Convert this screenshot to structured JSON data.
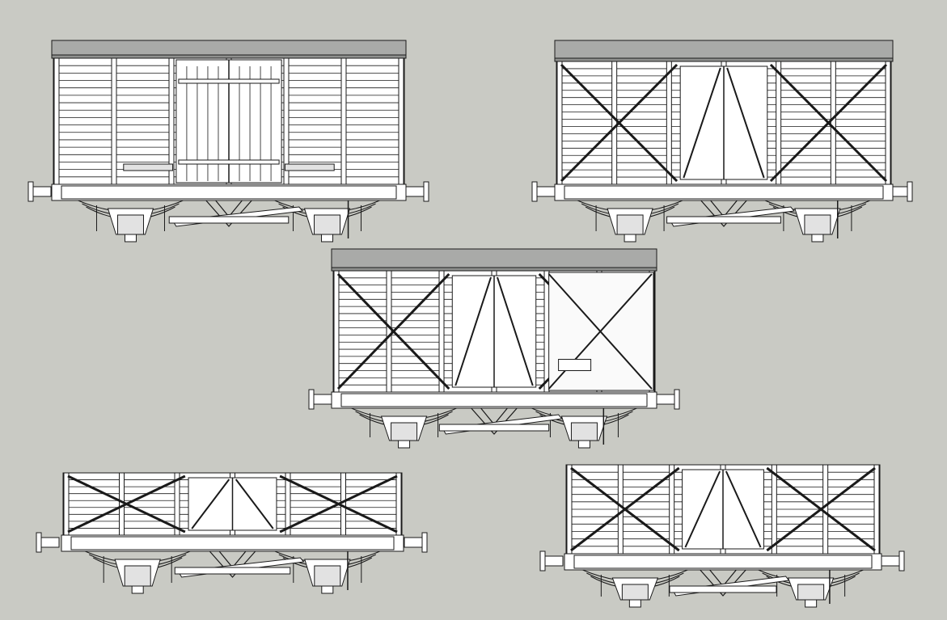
{
  "colors": {
    "background": "#c9cac4",
    "body": "#ffffff",
    "line": "#1a1a1a",
    "roof": "#a9aaa8",
    "shade": "#e2e2e2"
  },
  "wagons": [
    {
      "kind": "planked-van",
      "roof": true,
      "cross_braced": false
    },
    {
      "kind": "cross-braced-van",
      "roof": true,
      "cross_braced": true
    },
    {
      "kind": "ply-van",
      "roof": true,
      "cross_braced": true
    },
    {
      "kind": "open-wagon",
      "roof": false,
      "cross_braced": true
    },
    {
      "kind": "open-wagon",
      "roof": false,
      "cross_braced": true
    }
  ]
}
